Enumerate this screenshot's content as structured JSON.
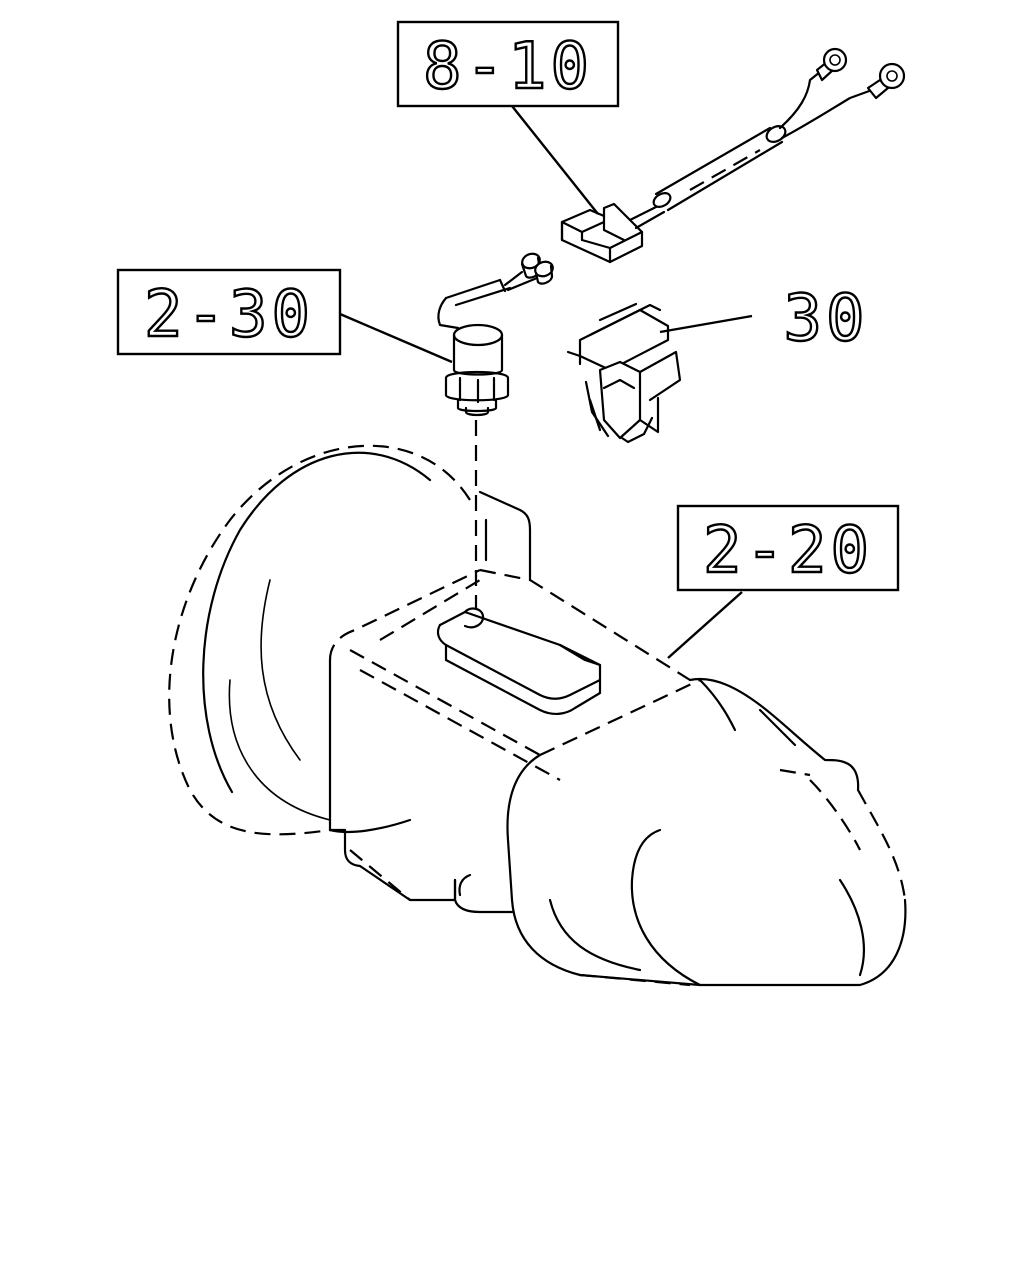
{
  "callouts": {
    "harness_ref": "8-10",
    "switch_ref": "2-30",
    "clip_ref": "30",
    "transmission_ref": "2-20"
  }
}
